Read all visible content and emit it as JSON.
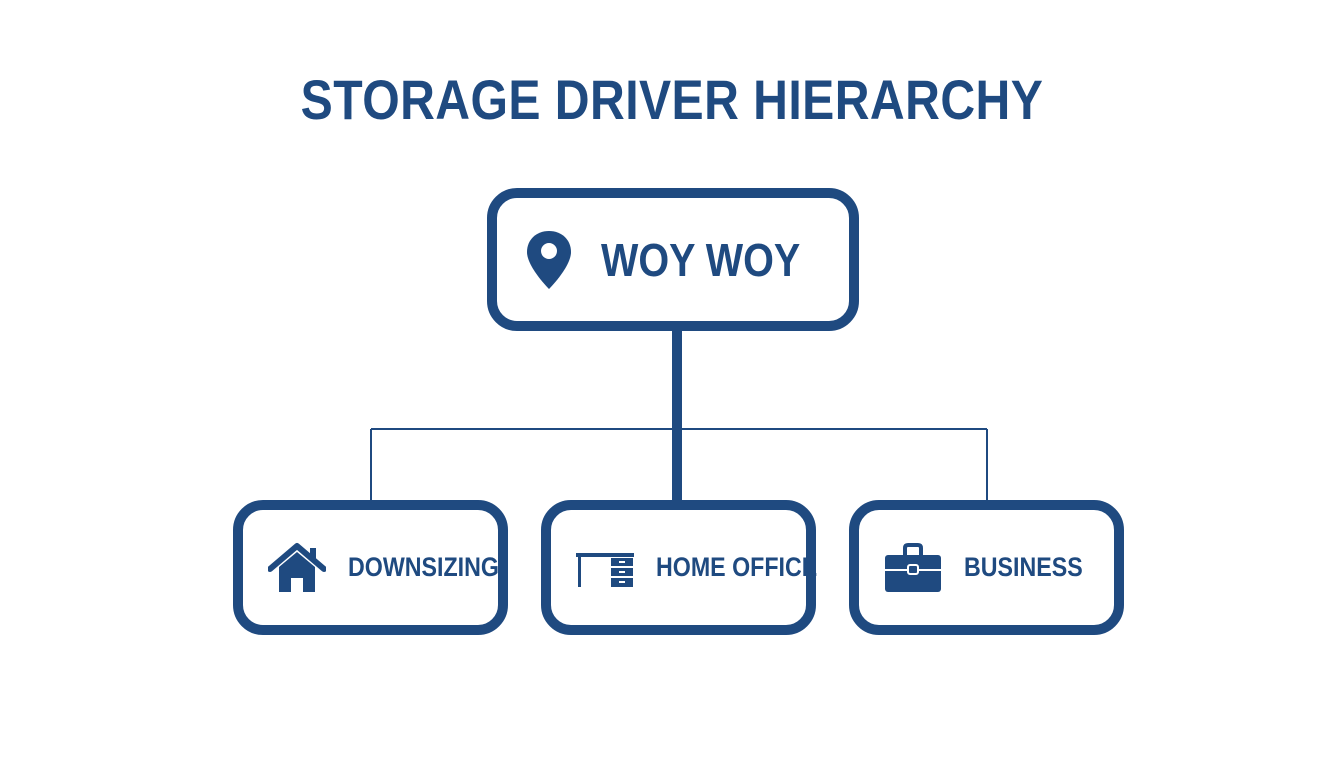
{
  "title": "STORAGE DRIVER HIERARCHY",
  "colors": {
    "primary": "#1f4a80",
    "background": "#ffffff"
  },
  "root": {
    "label": "WOY WOY",
    "icon": "map-pin-icon"
  },
  "children": [
    {
      "label": "DOWNSIZING",
      "icon": "house-icon"
    },
    {
      "label": "HOME OFFICE",
      "icon": "desk-icon"
    },
    {
      "label": "BUSINESS",
      "icon": "briefcase-icon"
    }
  ]
}
